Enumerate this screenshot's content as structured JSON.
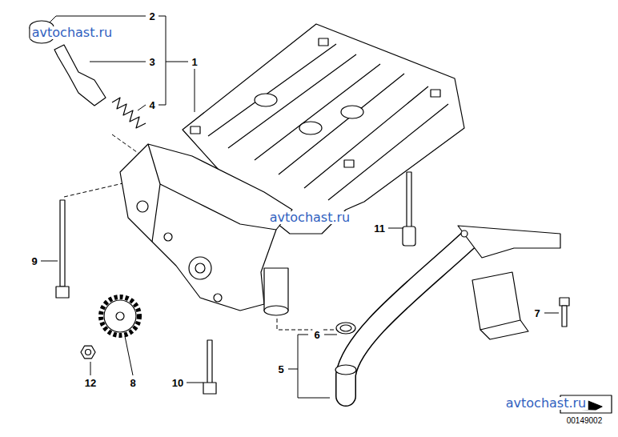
{
  "diagram": {
    "labels": [
      "2",
      "3",
      "1",
      "4",
      "9",
      "11",
      "7",
      "6",
      "5",
      "12",
      "8",
      "10",
      "avtochast.ru",
      "avtochast.ru",
      "avtochast.ru",
      "00149002"
    ]
  }
}
